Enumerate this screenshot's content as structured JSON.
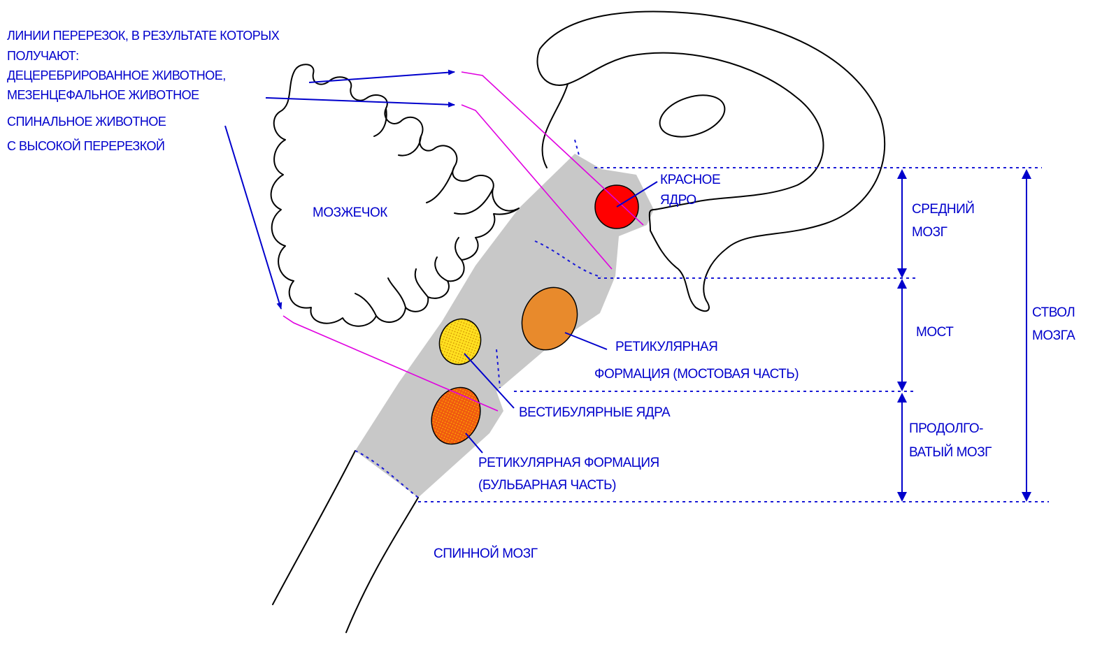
{
  "cut_lines_title": "ЛИНИИ ПЕРЕРЕЗОК, В РЕЗУЛЬТАТЕ КОТОРЫХ",
  "cut_lines_title_2": "ПОЛУЧАЮТ:",
  "cut_decerebrate": "ДЕЦЕРЕБРИРОВАННОЕ ЖИВОТНОЕ,",
  "cut_mesencephalic": "МЕЗЕНЦЕФАЛЬНОЕ ЖИВОТНОЕ",
  "cut_spinal": "СПИНАЛЬНОЕ ЖИВОТНОЕ",
  "cut_spinal_2": "С ВЫСОКОЙ ПЕРЕРЕЗКОЙ",
  "cerebellum": "МОЗЖЕЧОК",
  "red_nucleus_1": "КРАСНОЕ",
  "red_nucleus_2": "ЯДРО",
  "reticular_pontine_1": "РЕТИКУЛЯРНАЯ",
  "reticular_pontine_2": "ФОРМАЦИЯ (МОСТОВАЯ ЧАСТЬ)",
  "vestibular_nuclei": "ВЕСТИБУЛЯРНЫЕ ЯДРА",
  "reticular_bulbar_1": "РЕТИКУЛЯРНАЯ ФОРМАЦИЯ",
  "reticular_bulbar_2": "(БУЛЬБАРНАЯ ЧАСТЬ)",
  "spinal_cord": "СПИННОЙ МОЗГ",
  "midbrain_1": "СРЕДНИЙ",
  "midbrain_2": "МОЗГ",
  "pons": "МОСТ",
  "medulla_1": "ПРОДОЛГО-",
  "medulla_2": "ВАТЫЙ МОЗГ",
  "brainstem_1": "СТВОЛ",
  "brainstem_2": "МОЗГА",
  "colors": {
    "label": "#0000cc",
    "cut_line": "#e000e0",
    "brainstem_fill": "#c8c8c8",
    "red_nucleus": "#ff0000",
    "reticular_pontine": "#e88a2c",
    "vestibular": "#ffe020",
    "reticular_bulbar": "#f05a10"
  }
}
